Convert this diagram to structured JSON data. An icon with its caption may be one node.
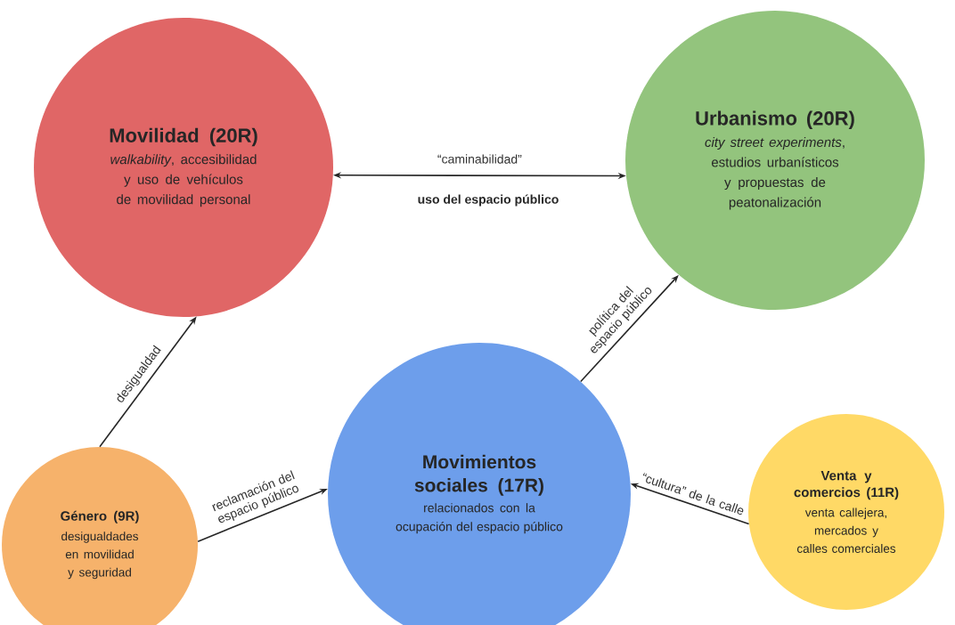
{
  "diagram": {
    "nodes": [
      {
        "text": [
          "Movilidad (20R)",
          "*walkability*, accesibilidad y uso de vehículos de movilidad personal"
        ]
      },
      {
        "text": [
          "Urbanismo (20R)",
          "*city street experiments*, estudios urbanísticos y propuestas de peatonalización"
        ]
      },
      {
        "text": [
          "Movimientos sociales (17R)",
          "relacionados con la ocupación del espacio público"
        ]
      },
      {
        "text": [
          "Género (9R)",
          "desigualdades en movilidad y seguridad"
        ]
      },
      {
        "text": [
          "Venta y comercios (11R)",
          "venta callejera, mercados y calles comerciales"
        ]
      }
    ],
    "edges": [
      {
        "from": 0,
        "to": 1,
        "arrow": "both",
        "label": "“caminabilidad”"
      },
      {
        "from": 3,
        "to": 0,
        "arrow": "to",
        "label": "desigualdad"
      },
      {
        "from": 3,
        "to": 2,
        "arrow": "to",
        "label": "reclamación del espacio público"
      },
      {
        "from": 2,
        "to": 1,
        "arrow": "to",
        "label": "política del espacio público"
      },
      {
        "from": 4,
        "to": 2,
        "arrow": "to",
        "label": "“cultura” de la calle"
      }
    ],
    "labels": [
      "uso del espacio público"
    ]
  }
}
